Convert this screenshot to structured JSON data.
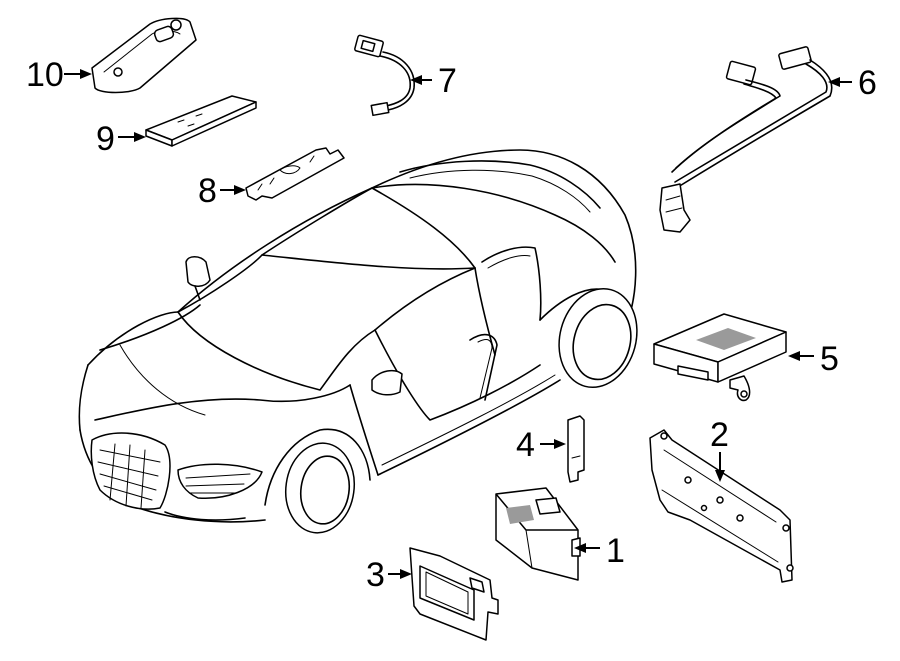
{
  "callouts": {
    "c1": "1",
    "c2": "2",
    "c3": "3",
    "c4": "4",
    "c5": "5",
    "c6": "6",
    "c7": "7",
    "c8": "8",
    "c9": "9",
    "c10": "10"
  },
  "colors": {
    "line": "#000000",
    "background": "#ffffff",
    "shade": "#9a9a9a"
  }
}
